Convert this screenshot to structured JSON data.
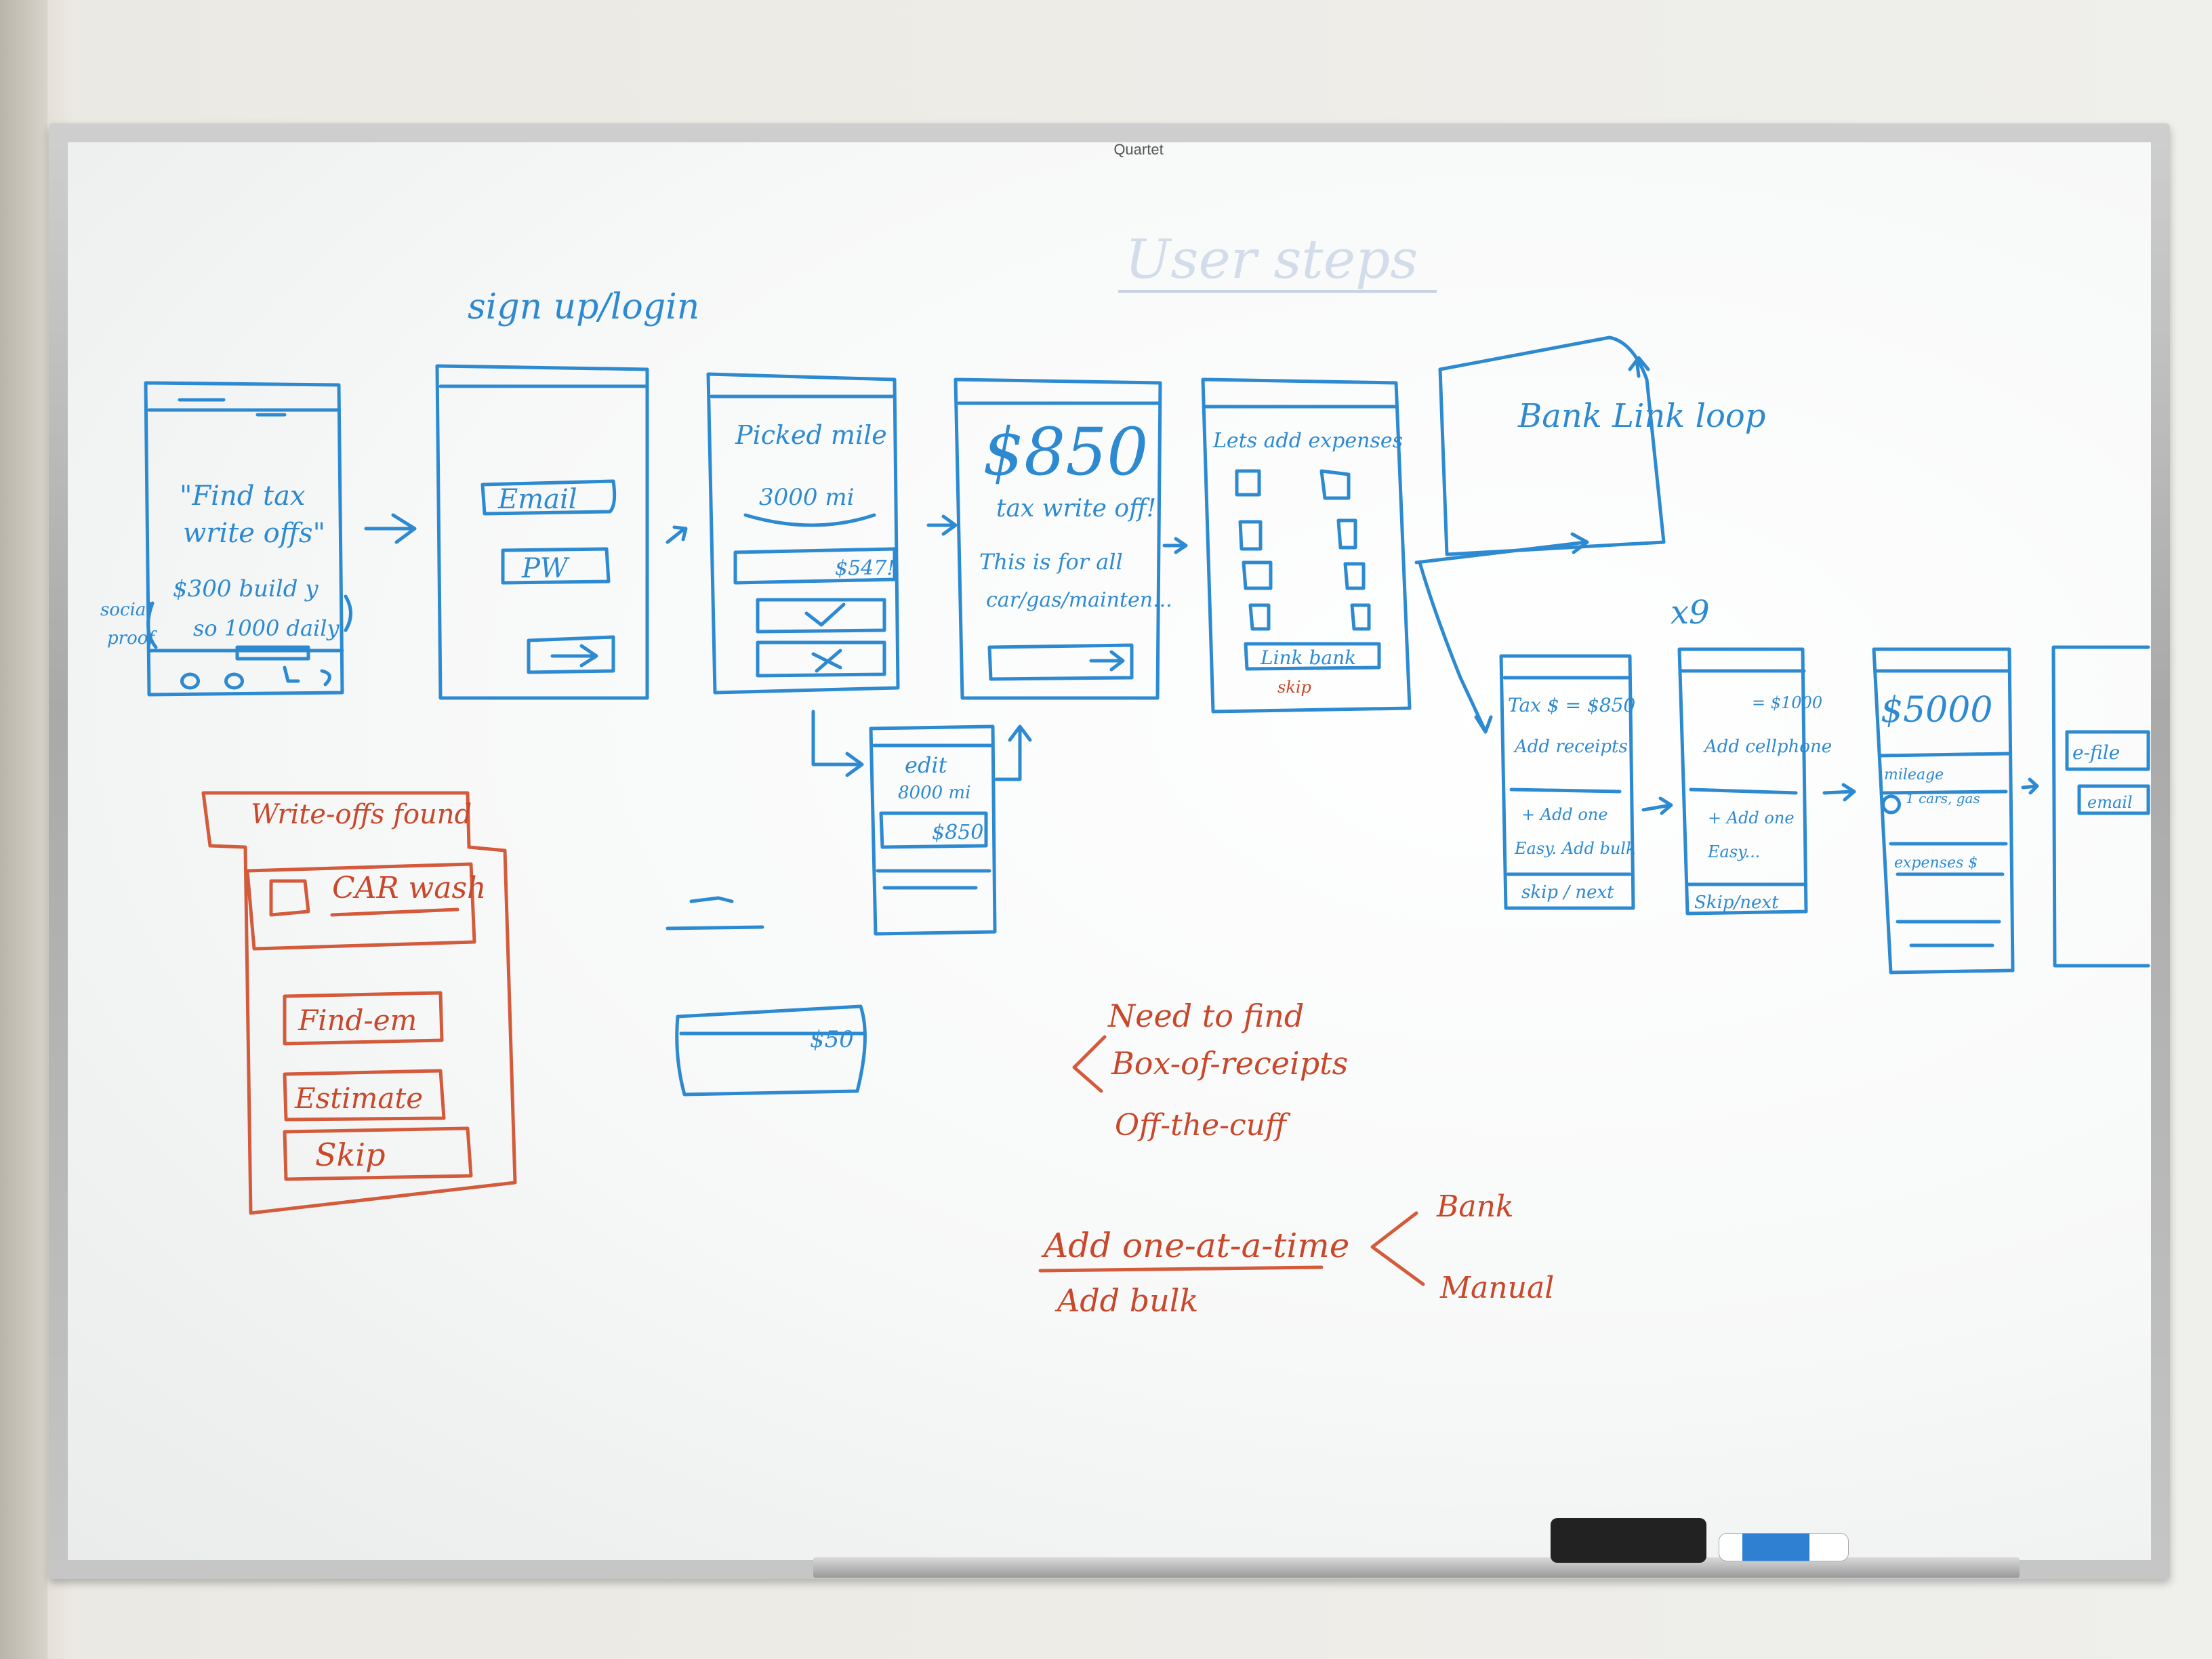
{
  "board": {
    "brand": "Quartet"
  },
  "blue": {
    "heading": "sign up/login",
    "screen1_quote": "\"Find tax",
    "screen1_quote2": "write offs\"",
    "screen1_line1": "$300 build y",
    "screen1_line2": "so 1000 daily",
    "screen1_side": "social",
    "screen1_side2": "proof",
    "screen2_email": "Email",
    "screen2_pw": "PW",
    "screen3_title": "Picked mile",
    "screen3_value": "3000 mi",
    "screen3_amount": "$547!",
    "screen4_amount": "$850",
    "screen4_sub": "tax write off!",
    "screen4_body1": "This is for all",
    "screen4_body2": "car/gas/mainten...",
    "screen5_title": "Lets add expenses",
    "screen5_link": "Link bank",
    "screen5_skip": "skip",
    "edit_label": "edit",
    "edit_miles": "8000 mi",
    "edit_amount": "$850",
    "bank_box": "Bank Link loop",
    "times": "x9",
    "s6_head": "Tax $ = $850",
    "s6_line": "Add receipts",
    "s6_add": "+ Add one",
    "s6_easy": "Easy. Add bulk",
    "s6_skip": "skip / next",
    "s7_head": "= $1000",
    "s7_line": "Add cellphone",
    "s7_add": "+ Add one",
    "s7_easy": "Easy...",
    "s7_skip": "Skip/next",
    "s8_amount": "$5000",
    "s8_mileage": "mileage",
    "s8_row": "1 cars, gas",
    "s8_more": "expenses $",
    "s9_label": "e-file",
    "s9_field": "email",
    "card_amount": "$50"
  },
  "red": {
    "title": "Write-offs found",
    "item": "CAR wash",
    "btn_find": "Find-em",
    "btn_estimate": "Estimate",
    "btn_skip": "Skip",
    "need_to_find": "Need to find",
    "box_of_receipts": "Box-of-receipts",
    "off_the_cuff": "Off-the-cuff",
    "add_one": "Add one-at-a-time",
    "add_bulk": "Add bulk",
    "bank": "Bank",
    "manual": "Manual"
  },
  "ghost": {
    "user_steps": "User steps"
  },
  "colors": {
    "blue_marker": "#2d8ad1",
    "red_marker": "#d35b3c",
    "board": "#f7f8f8",
    "frame": "#b8b8b8"
  }
}
